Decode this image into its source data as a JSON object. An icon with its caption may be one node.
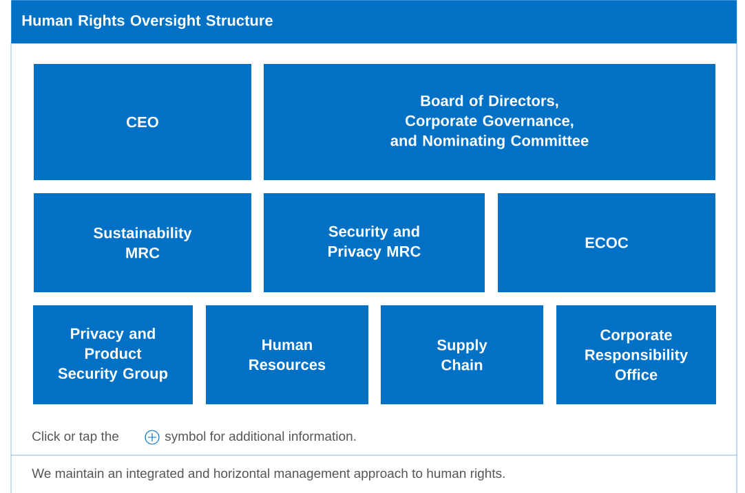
{
  "diagram": {
    "title": "Human Rights Oversight Structure",
    "nodes": [
      {
        "text": [
          "CEO"
        ]
      },
      {
        "text": [
          "Board of Directors, Corporate Governance, and Nominating Committee"
        ]
      },
      {
        "text": [
          "Sustainability MRC"
        ]
      },
      {
        "text": [
          "Security and Privacy MRC"
        ]
      },
      {
        "text": [
          "ECOC"
        ]
      },
      {
        "text": [
          "Privacy and Product Security Group"
        ]
      },
      {
        "text": [
          "Human Resources"
        ]
      },
      {
        "text": [
          "Supply Chain"
        ]
      },
      {
        "text": [
          "Corporate Responsibility Office"
        ]
      }
    ],
    "labels": [
      "Click or tap the",
      "symbol for additional information.",
      "We maintain an integrated and horizontal management approach to human rights."
    ]
  }
}
